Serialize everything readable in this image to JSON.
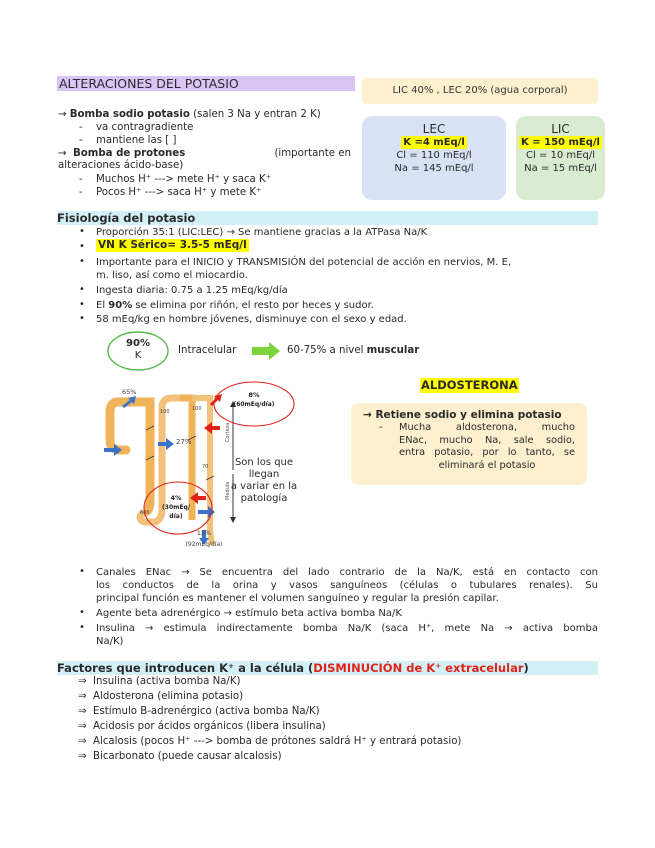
{
  "title": "ALTERACIONES DEL POTASIO",
  "lic_box": "LIC 40% , LEC 20% (agua corporal)",
  "lec_box": {
    "title": "LEC",
    "k": "K =4 mEq/l",
    "cl": "Cl = 110 mEq/l",
    "na": "Na = 145 mEq/l"
  },
  "lic2_box": {
    "title": "LIC",
    "k": "K = 150 mEq/l",
    "cl": "Cl = 10 mEq/l",
    "na": "Na = 15 mEq/l"
  },
  "intro": {
    "bomba_sodio_bold": "Bomba sodio potasio",
    "bomba_sodio_rest": " (salen 3 Na y entran 2 K)",
    "sub1": "va contragradiente",
    "sub2": "mantiene las [ ]",
    "protones_bold": "Bomba de protones",
    "protones_rest": "(importante en",
    "protones_line2": "alteraciones ácido-base)",
    "sub3": "Muchos H⁺ ---> mete H⁺ y saca K⁺",
    "sub4": "Pocos H⁺ ---> saca H⁺ y mete K⁺"
  },
  "fisiologia": {
    "heading": "Fisiología del potasio",
    "items": [
      "Proporción 35:1 (LIC:LEC) → Se mantiene gracias a la ATPasa Na/K",
      "VN K Sérico= 3.5-5 mEq/l",
      "Importante para el INICIO y TRANSMISIÓN del potencial de acción en nervios, M. E,",
      "m. liso, así como el miocardio.",
      "Ingesta diaria: 0.75 a 1.25 mEq/kg/día",
      "El ",
      "90%",
      " se elimina por riñón, el resto por heces y sudor.",
      "58 mEq/kg en hombre jóvenes, disminuye con el sexo y edad."
    ]
  },
  "intracelular": {
    "circle_pct": "90%",
    "circle_k": "K",
    "label": "Intracelular",
    "result_pre": "60-75% a nivel ",
    "result_bold": "muscular"
  },
  "kidney": {
    "pct_65": "65%",
    "pct_27": "27%",
    "pct_8": "8%",
    "pct_8_sub": "(60mEq/día)",
    "pct_4": "4%",
    "pct_4_sub1": "(30mEq/",
    "pct_4_sub2": "día)",
    "pct_12": "12%",
    "pct_12_sub": "(92mEq/día)",
    "n100a": "100",
    "n100b": "100",
    "n70": "70",
    "n600": "600",
    "corteza": "Corteza",
    "medula": "Médula",
    "note": [
      "Son los que llegan",
      "a variar en la",
      "patología"
    ]
  },
  "aldosterona": {
    "title": "ALDOSTERONA",
    "head": "Retiene sodio y elimina potasio",
    "body": [
      "Mucha aldosterona, mucho",
      "ENac, mucho Na, sale sodio,",
      "entra potasio, por lo tanto, se",
      "eliminará el potasio"
    ]
  },
  "canales": {
    "lines": [
      "Canales ENac → Se encuentra del lado contrario de la Na/K, está en contacto con",
      "los conductos de la orina y vasos sanguíneos (células o tubulares renales). Su",
      "principal función es mantener el volumen sanguíneo y regular la presión capilar.",
      "Agente beta adrenérgico → estímulo beta activa bomba Na/K",
      "Insulina → estimula indirectamente bomba Na/K (saca H⁺, mete Na → activa bomba",
      "Na/K)"
    ]
  },
  "factores": {
    "heading_pre": "Factores que introducen K⁺ a la célula (",
    "heading_red": "DISMINUCIÓN de K⁺ extracelular",
    "heading_post": ")",
    "items": [
      "Insulina (activa bomba Na/K)",
      "Aldosterona (elimina potasio)",
      "Estímulo B-adrenérgico (activa bomba Na/K)",
      "Acidosis por ácidos orgánicos (libera insulina)",
      "Alcalosis (pocos H⁺ ---> bomba de prótones saldrá H⁺ y entrará potasio)",
      "Bicarbonato (puede causar alcalosis)"
    ]
  },
  "colors": {
    "title_bg": "#d9c4f5",
    "section_bg": "#d4f0f7",
    "highlight": "#ffff00",
    "red": "#e0231a",
    "green_arrow": "#7dd33b",
    "blue_arrow": "#3a73c9"
  }
}
